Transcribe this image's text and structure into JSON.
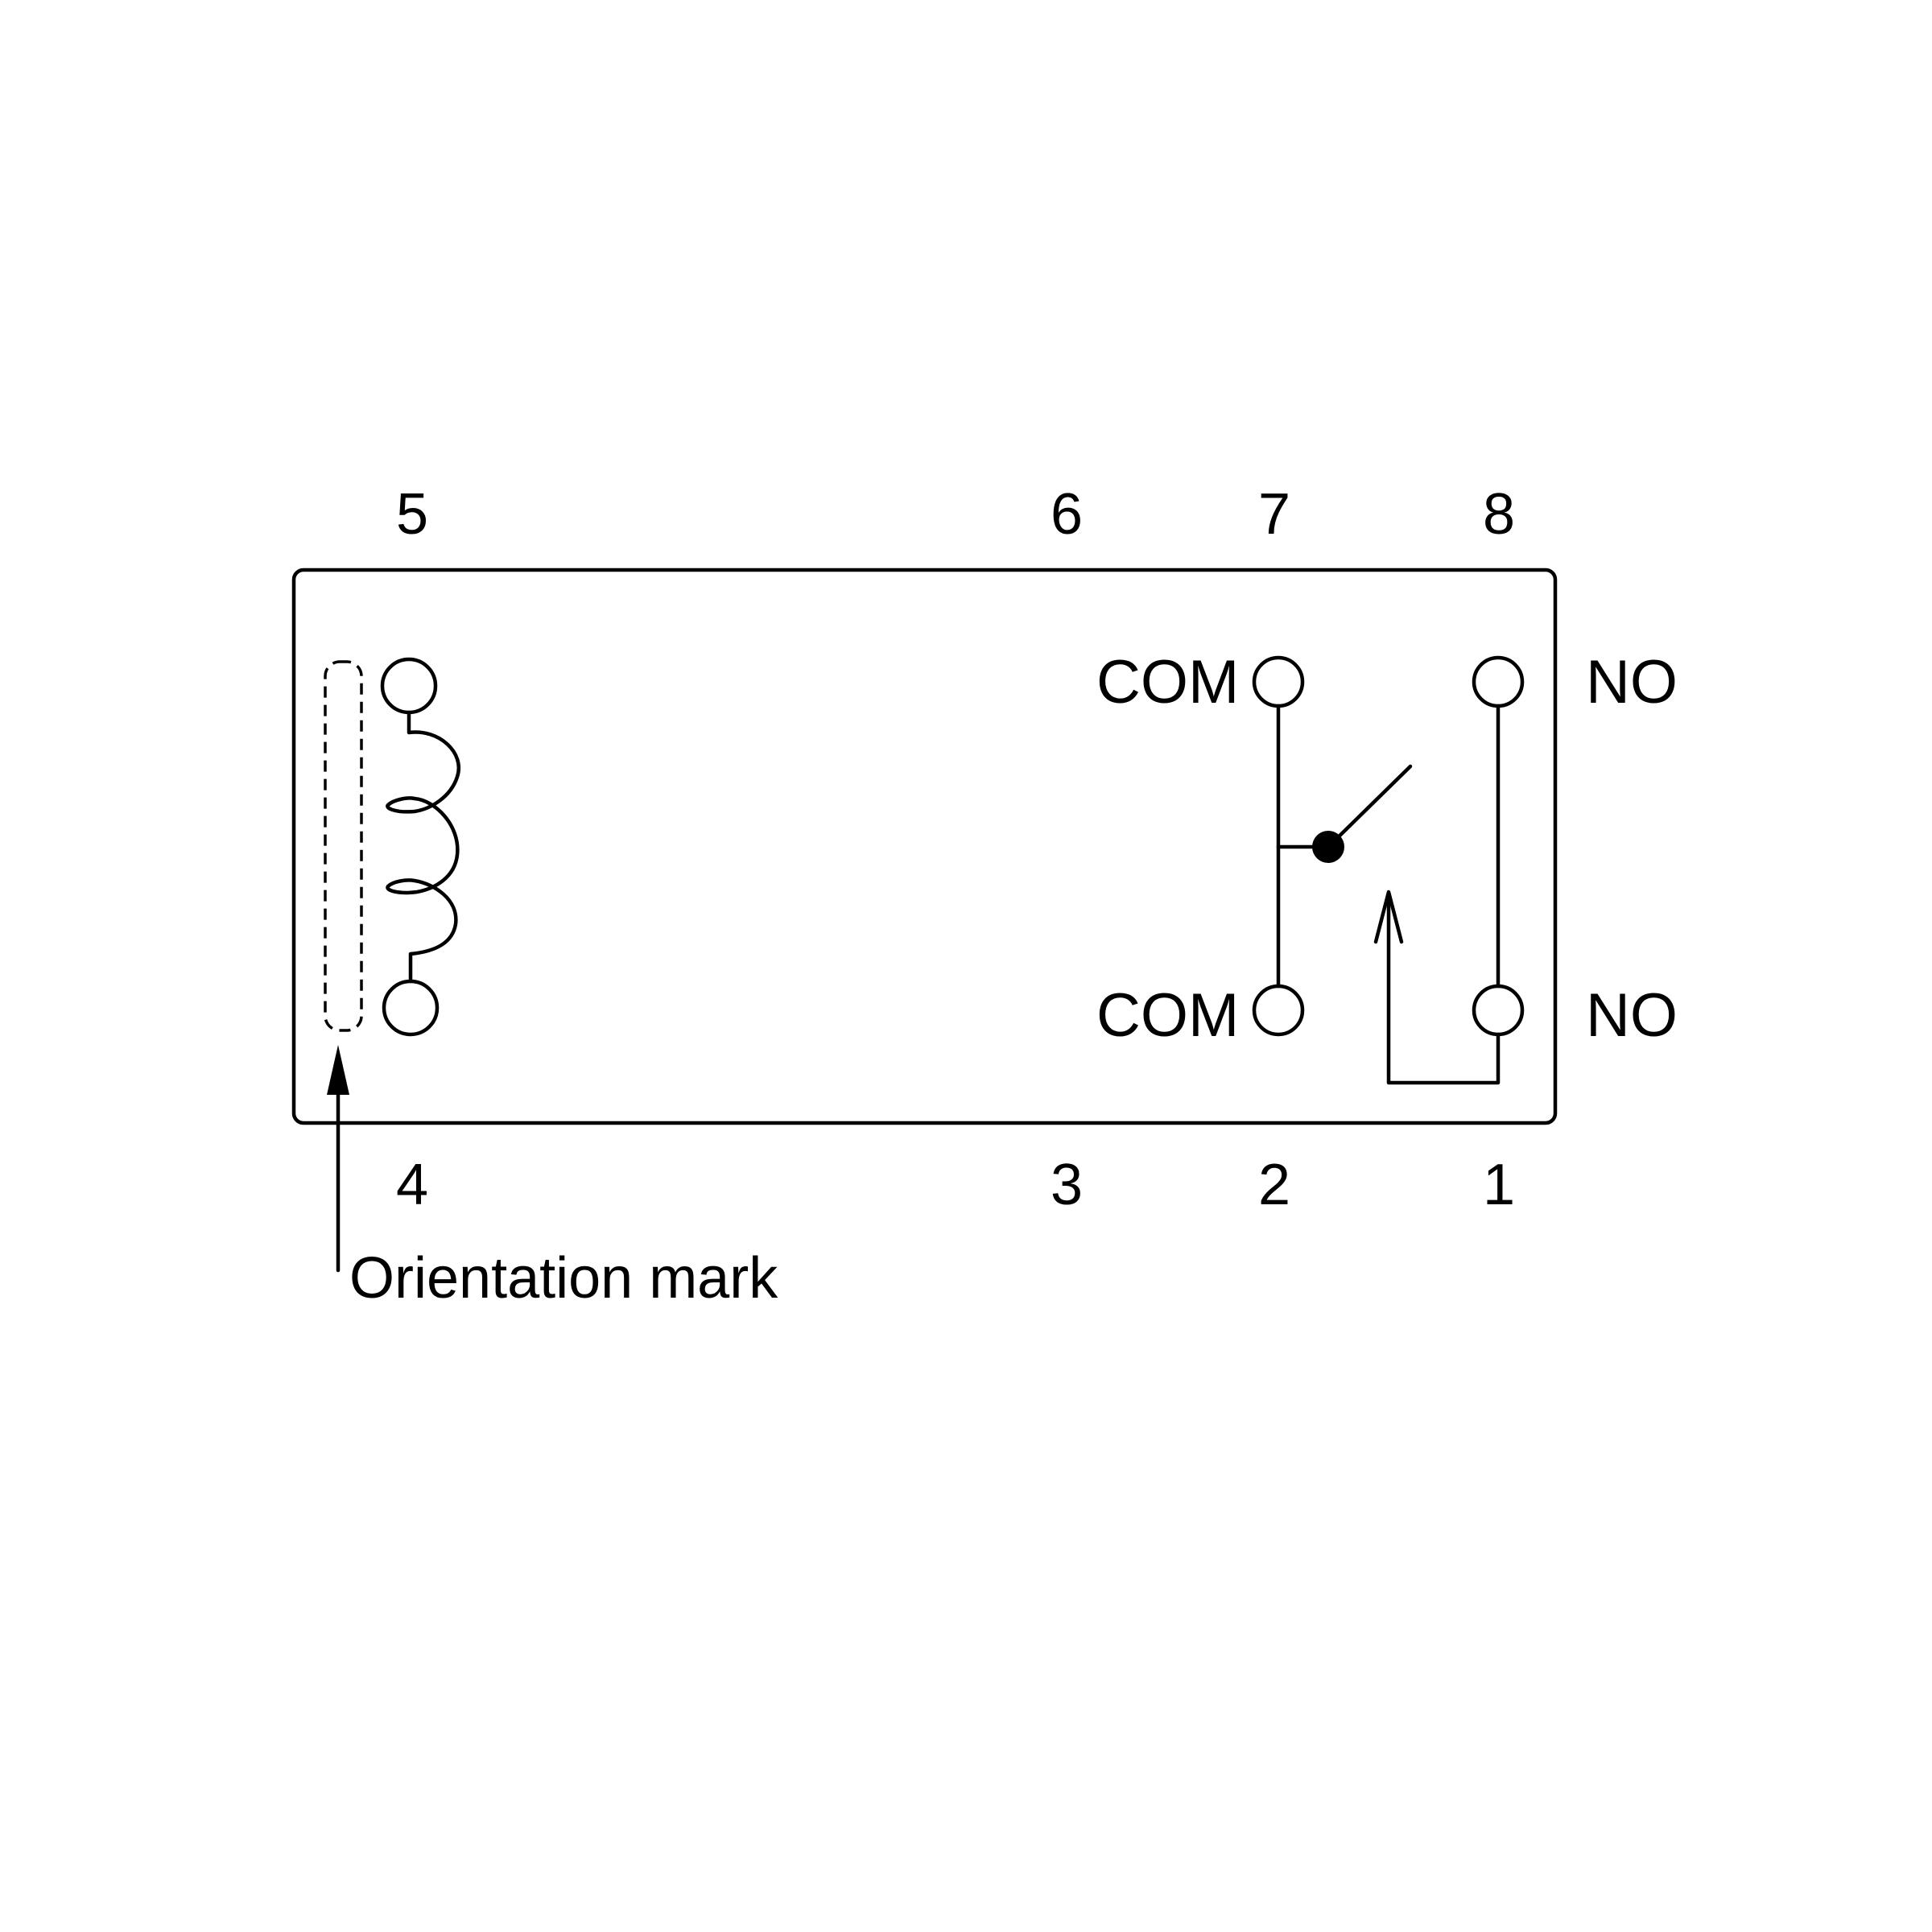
{
  "pins": {
    "top": [
      "5",
      "6",
      "7",
      "8"
    ],
    "bottom": [
      "4",
      "3",
      "2",
      "1"
    ]
  },
  "terminals": {
    "com_top": "COM",
    "com_bottom": "COM",
    "no_top": "NO",
    "no_bottom": "NO"
  },
  "orientation_mark": "Orientation mark",
  "colors": {
    "line": "#000000",
    "background": "#ffffff"
  }
}
